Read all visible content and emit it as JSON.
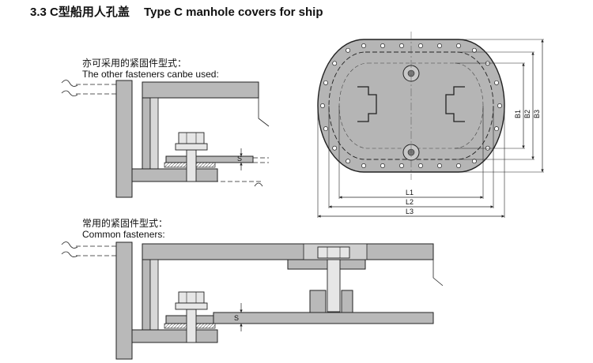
{
  "title": {
    "number": "3.3",
    "cn": "C型船用人孔盖",
    "en": "Type C manhole covers for ship"
  },
  "captions": {
    "other_cn": "亦可采用的紧固件型式：",
    "other_en": "The other fasteners canbe used:",
    "common_cn": "常用的紧固件型式：",
    "common_en": "Common fasteners:"
  },
  "dimensions": {
    "s_top": "S",
    "s_bottom": "S",
    "L1": "L1",
    "L2": "L2",
    "L3": "L3",
    "B1": "B1",
    "B2": "B2",
    "B3": "B3"
  },
  "colors": {
    "plate": "#b9b9b9",
    "plate_dark": "#9c9c9c",
    "cover": "#b5b5b5",
    "line": "#222222"
  }
}
